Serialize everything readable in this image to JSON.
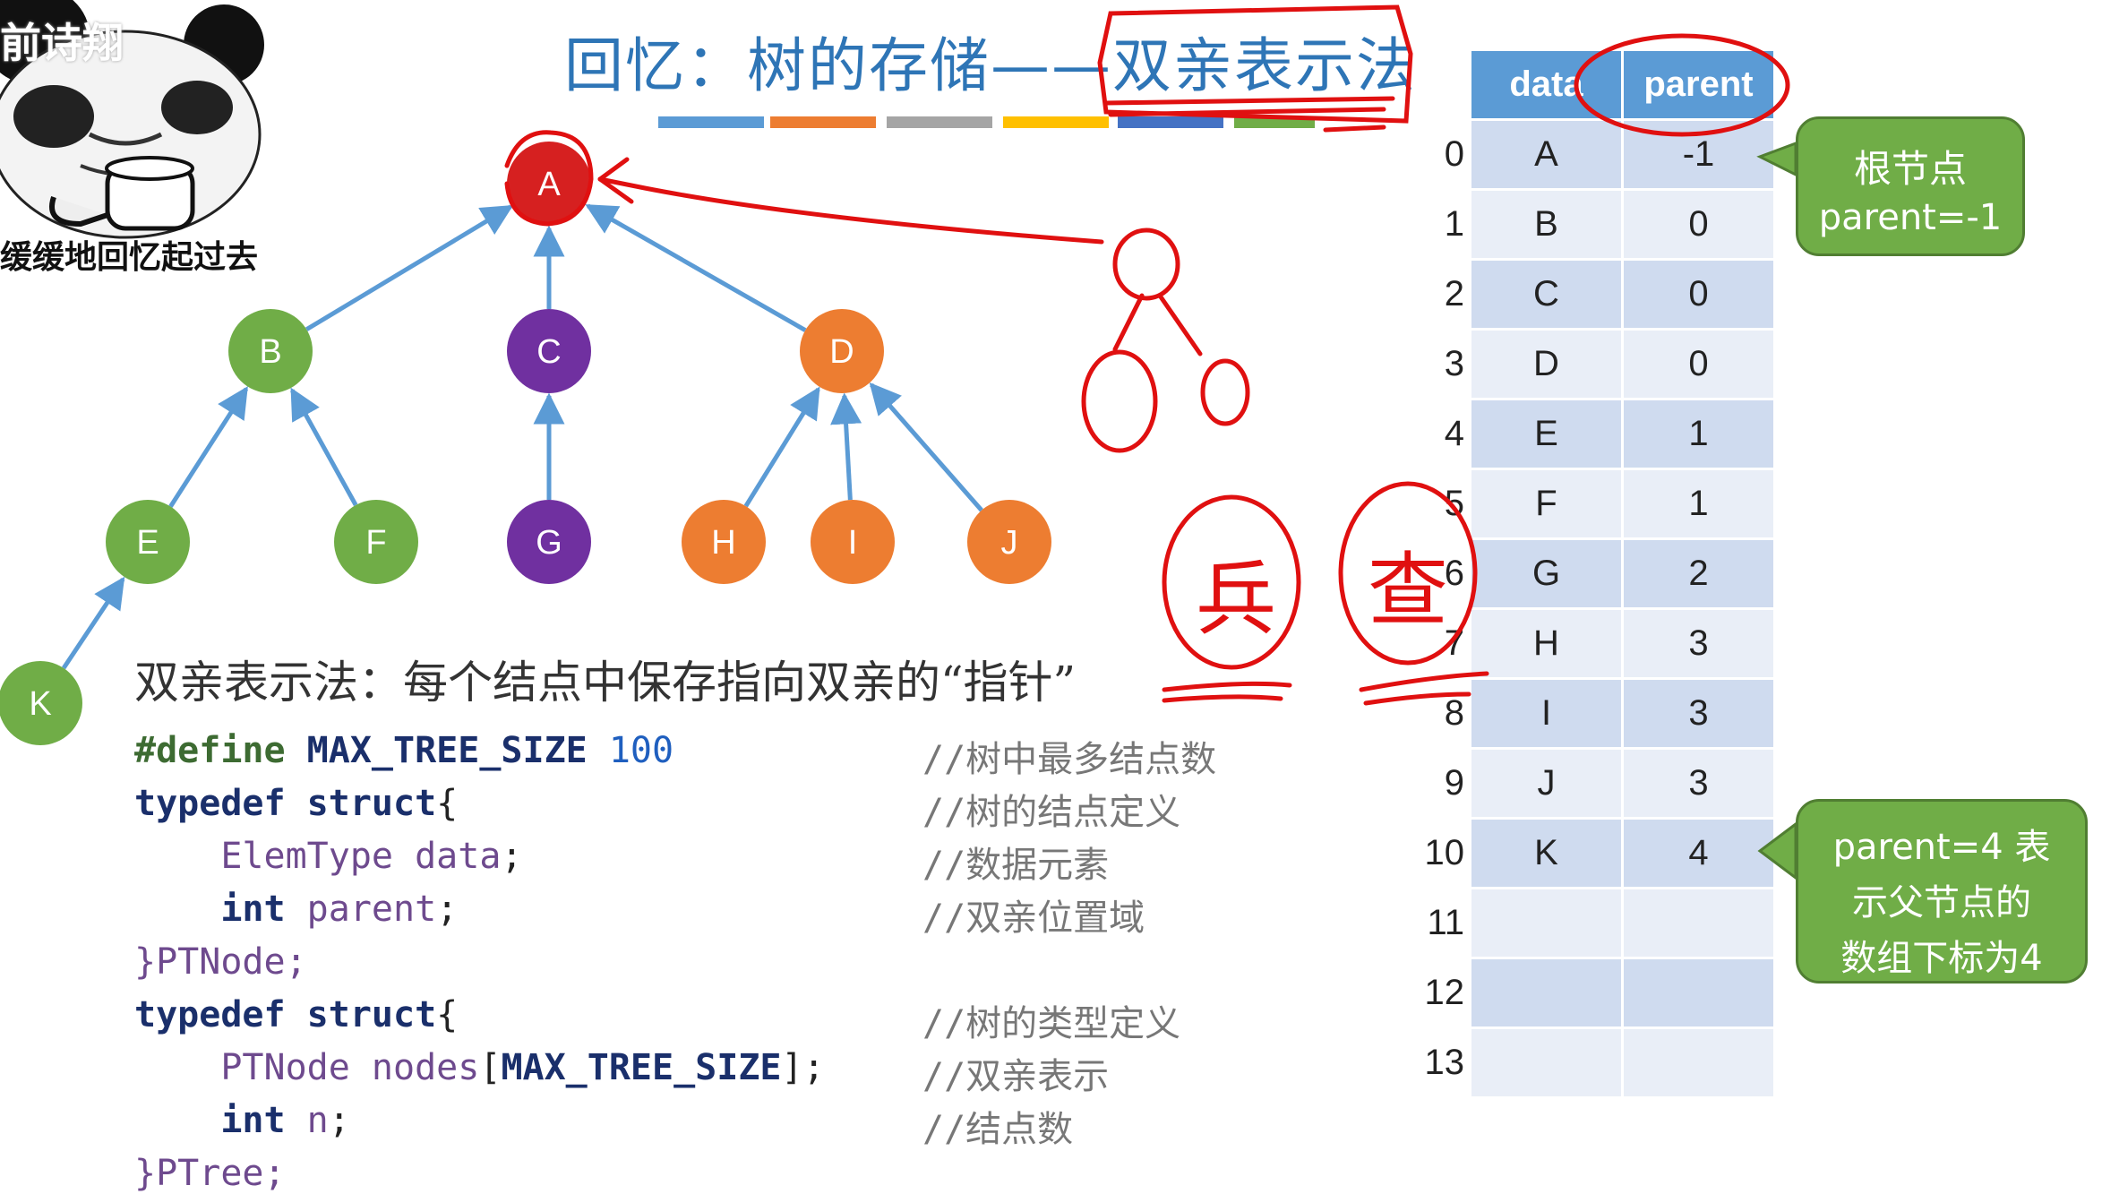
{
  "watermark": {
    "text": "前诗翔",
    "meme_caption": "缓缓地回忆起过去"
  },
  "slide": {
    "title": "回忆：树的存储——双亲表示法",
    "color_bars": [
      "#5b9bd5",
      "#ed7d31",
      "#a5a5a5",
      "#ffc000",
      "#4472c4",
      "#70ad47"
    ]
  },
  "tree": {
    "nodes": [
      {
        "id": "A",
        "color": "#d62020"
      },
      {
        "id": "B",
        "color": "#70ad47"
      },
      {
        "id": "C",
        "color": "#7030a0"
      },
      {
        "id": "D",
        "color": "#ed7d31"
      },
      {
        "id": "E",
        "color": "#70ad47"
      },
      {
        "id": "F",
        "color": "#70ad47"
      },
      {
        "id": "G",
        "color": "#7030a0"
      },
      {
        "id": "H",
        "color": "#ed7d31"
      },
      {
        "id": "I",
        "color": "#ed7d31"
      },
      {
        "id": "J",
        "color": "#ed7d31"
      },
      {
        "id": "K",
        "color": "#70ad47"
      }
    ],
    "edges": [
      [
        "B",
        "A"
      ],
      [
        "C",
        "A"
      ],
      [
        "D",
        "A"
      ],
      [
        "E",
        "B"
      ],
      [
        "F",
        "B"
      ],
      [
        "G",
        "C"
      ],
      [
        "H",
        "D"
      ],
      [
        "I",
        "D"
      ],
      [
        "J",
        "D"
      ],
      [
        "K",
        "E"
      ]
    ]
  },
  "description": "双亲表示法：每个结点中保存指向双亲的“指针”",
  "code": {
    "line1": {
      "define": "#define",
      "macro": "MAX_TREE_SIZE",
      "value": "100",
      "comment": "//树中最多结点数"
    },
    "line2": {
      "kw1": "typedef",
      "kw2": "struct",
      "brace": "{",
      "comment": "//树的结点定义"
    },
    "line3": {
      "type": "ElemType",
      "field": "data",
      "end": ";",
      "comment": "//数据元素"
    },
    "line4": {
      "type": "int",
      "field": "parent",
      "end": ";",
      "comment": "//双亲位置域"
    },
    "line5": {
      "text": "}PTNode;"
    },
    "line6": {
      "kw1": "typedef",
      "kw2": "struct",
      "brace": "{",
      "comment": "//树的类型定义"
    },
    "line7": {
      "type": "PTNode",
      "field": "nodes",
      "bracket_open": "[",
      "macro": "MAX_TREE_SIZE",
      "bracket_close": "];",
      "comment": "//双亲表示"
    },
    "line8": {
      "type": "int",
      "field": "n",
      "end": ";",
      "comment": "//结点数"
    },
    "line9": {
      "text": "}PTree;"
    }
  },
  "table": {
    "headers": {
      "data": "data",
      "parent": "parent"
    },
    "indices": [
      "0",
      "1",
      "2",
      "3",
      "4",
      "5",
      "6",
      "7",
      "8",
      "9",
      "10",
      "11",
      "12",
      "13"
    ],
    "rows": [
      {
        "data": "A",
        "parent": "-1"
      },
      {
        "data": "B",
        "parent": "0"
      },
      {
        "data": "C",
        "parent": "0"
      },
      {
        "data": "D",
        "parent": "0"
      },
      {
        "data": "E",
        "parent": "1"
      },
      {
        "data": "F",
        "parent": "1"
      },
      {
        "data": "G",
        "parent": "2"
      },
      {
        "data": "H",
        "parent": "3"
      },
      {
        "data": "I",
        "parent": "3"
      },
      {
        "data": "J",
        "parent": "3"
      },
      {
        "data": "K",
        "parent": "4"
      },
      {
        "data": "",
        "parent": ""
      },
      {
        "data": "",
        "parent": ""
      },
      {
        "data": "",
        "parent": ""
      }
    ]
  },
  "callouts": {
    "root": {
      "line1": "根节点",
      "line2": "parent=-1"
    },
    "k": {
      "line1": "parent=4 表",
      "line2": "示父节点的",
      "line3": "数组下标为4"
    }
  },
  "annotations": {
    "handwritten_1": "兵",
    "handwritten_2": "查",
    "ink_color": "#e01010"
  }
}
